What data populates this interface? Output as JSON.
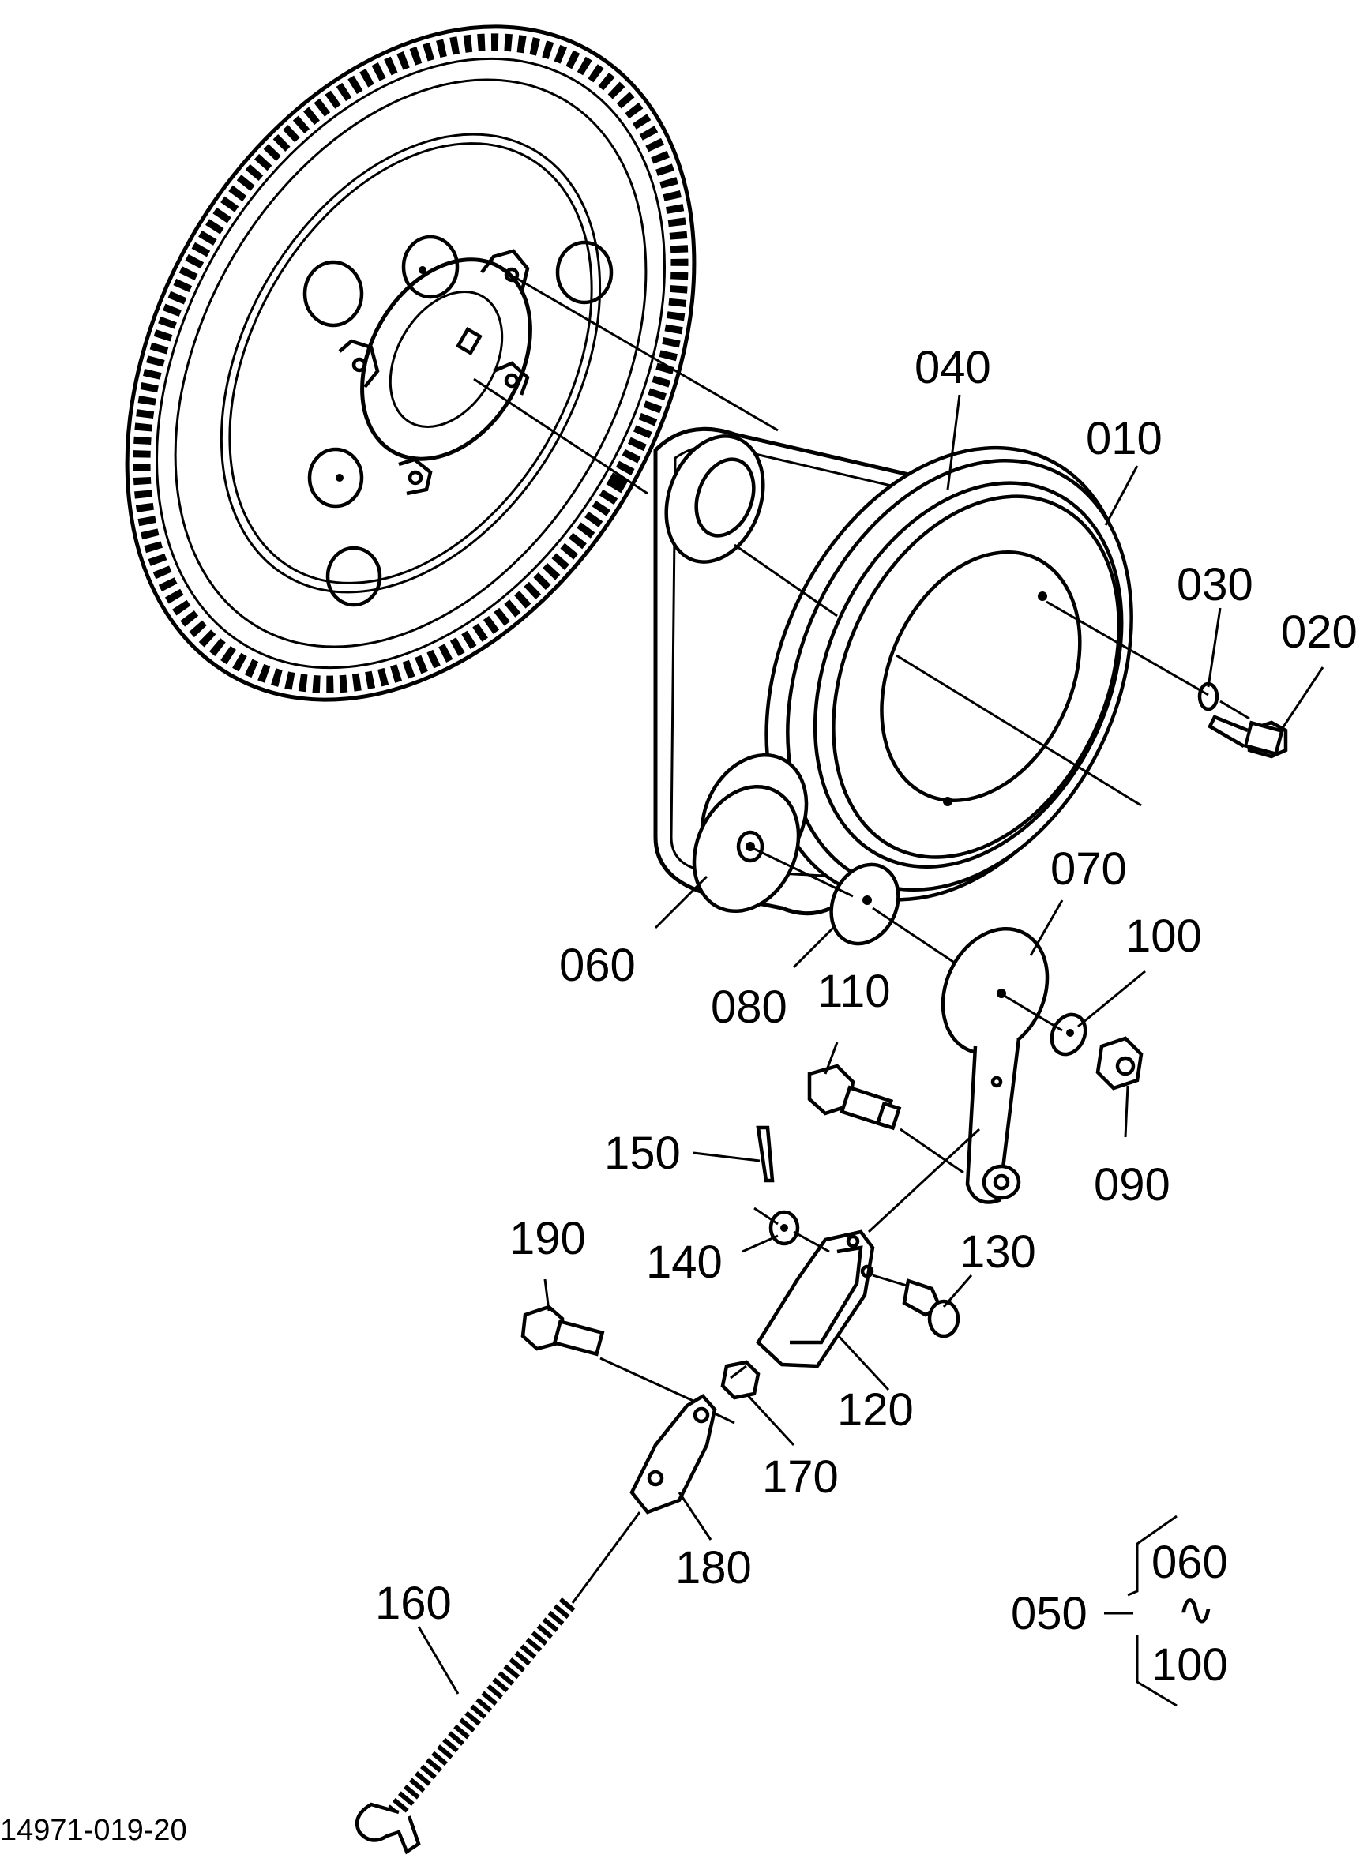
{
  "diagram": {
    "drawing_number": "14971-019-20",
    "callouts": [
      {
        "id": "010",
        "label": "010"
      },
      {
        "id": "020",
        "label": "020"
      },
      {
        "id": "030",
        "label": "030"
      },
      {
        "id": "040",
        "label": "040"
      },
      {
        "id": "060",
        "label": "060"
      },
      {
        "id": "070",
        "label": "070"
      },
      {
        "id": "080",
        "label": "080"
      },
      {
        "id": "090",
        "label": "090"
      },
      {
        "id": "100",
        "label": "100"
      },
      {
        "id": "110",
        "label": "110"
      },
      {
        "id": "120",
        "label": "120"
      },
      {
        "id": "130",
        "label": "130"
      },
      {
        "id": "140",
        "label": "140"
      },
      {
        "id": "150",
        "label": "150"
      },
      {
        "id": "160",
        "label": "160"
      },
      {
        "id": "170",
        "label": "170"
      },
      {
        "id": "180",
        "label": "180"
      },
      {
        "id": "190",
        "label": "190"
      }
    ],
    "assembly_group": {
      "label": "050",
      "range_start": "060",
      "range_symbol": "∿",
      "range_end": "100"
    }
  }
}
